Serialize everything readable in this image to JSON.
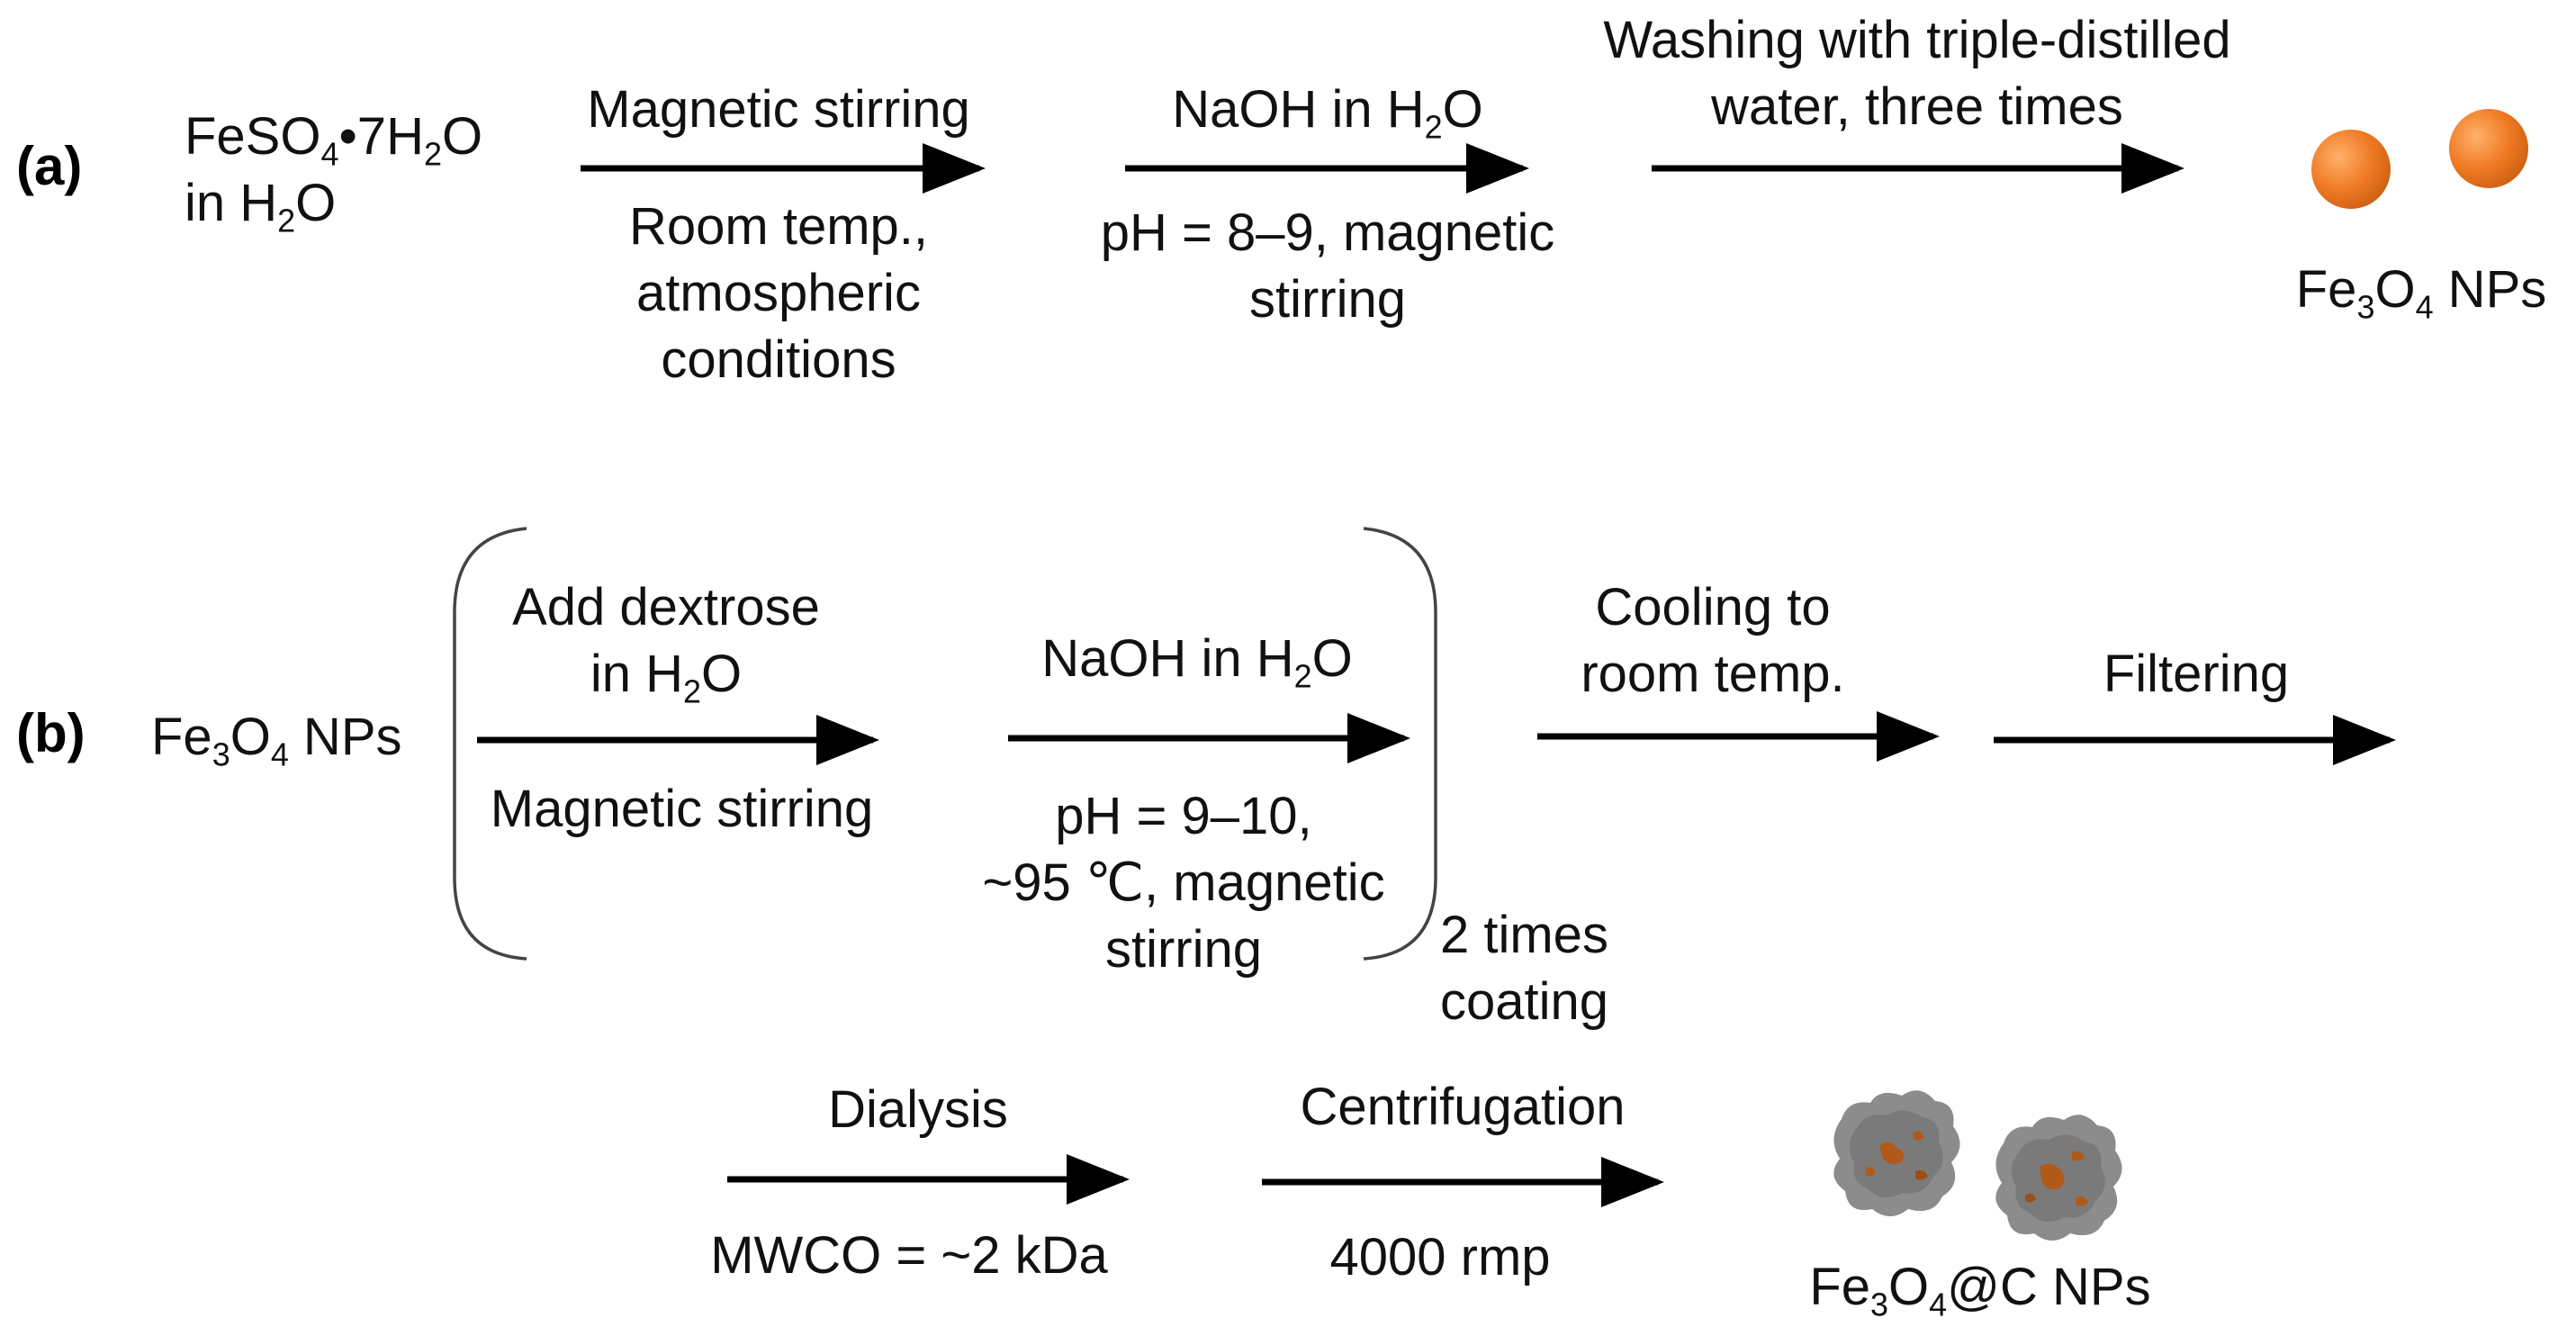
{
  "panel_a": {
    "label": "(a)",
    "reactant": {
      "line1": {
        "pre": "FeSO",
        "sub1": "4",
        "mid": "•7H",
        "sub2": "2",
        "post": "O"
      },
      "line2": {
        "pre": "in H",
        "sub": "2",
        "post": "O"
      }
    },
    "step1": {
      "above": "Magnetic stirring",
      "below": [
        "Room temp.,",
        "atmospheric",
        "conditions"
      ]
    },
    "step2": {
      "above": {
        "pre": "NaOH in H",
        "sub": "2",
        "post": "O"
      },
      "below": [
        "pH = 8–9, magnetic",
        "stirring"
      ]
    },
    "step3": {
      "above": [
        "Washing with triple-distilled",
        "water, three times"
      ]
    },
    "product": {
      "pre": "Fe",
      "sub1": "3",
      "mid": "O",
      "sub2": "4",
      "post": " NPs"
    }
  },
  "panel_b": {
    "label": "(b)",
    "reactant": {
      "pre": "Fe",
      "sub1": "3",
      "mid": "O",
      "sub2": "4",
      "post": " NPs"
    },
    "step1": {
      "above_line1": "Add dextrose",
      "above_line2": {
        "pre": "in H",
        "sub": "2",
        "post": "O"
      },
      "below": "Magnetic stirring"
    },
    "step2": {
      "above": {
        "pre": "NaOH in H",
        "sub": "2",
        "post": "O"
      },
      "below": [
        "pH = 9–10,",
        "~95 ℃, magnetic",
        "stirring"
      ]
    },
    "repeat": [
      "2 times",
      "coating"
    ],
    "step3": {
      "above": [
        "Cooling to",
        "room temp."
      ]
    },
    "step4": {
      "above": "Filtering"
    },
    "step5": {
      "above": "Dialysis",
      "below": "MWCO = ~2 kDa"
    },
    "step6": {
      "above": "Centrifugation",
      "below": "4000 rmp"
    },
    "product": {
      "pre": "Fe",
      "sub1": "3",
      "mid": "O",
      "sub2": "4",
      "post": "@C NPs"
    }
  },
  "colors": {
    "arrow": "#000000",
    "sphere": "#f07a24",
    "coated": "#8c8c8c",
    "core": "#b05a1a"
  }
}
